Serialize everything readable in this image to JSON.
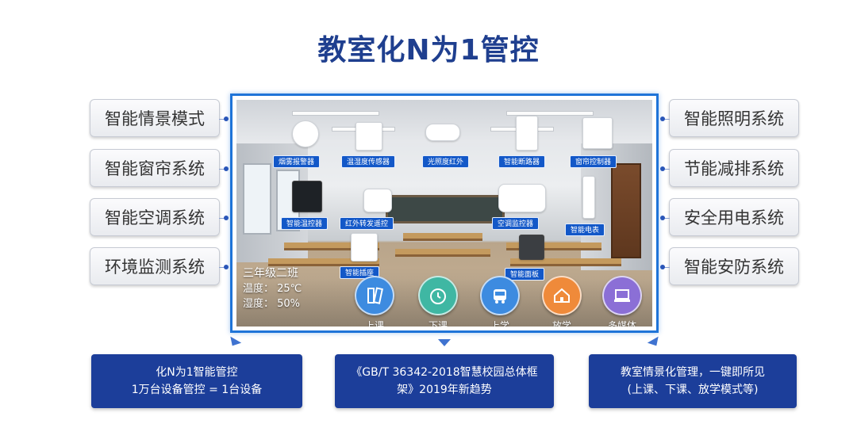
{
  "title": "教室化N为1管控",
  "left_systems": [
    "智能情景模式",
    "智能窗帘系统",
    "智能空调系统",
    "环境监测系统"
  ],
  "right_systems": [
    "智能照明系统",
    "节能减排系统",
    "安全用电系统",
    "智能安防系统"
  ],
  "devices": [
    {
      "label": "烟雾报警器",
      "icon": "smoke-detector-icon"
    },
    {
      "label": "温湿度传感器",
      "icon": "humidity-sensor-icon"
    },
    {
      "label": "光照度红外",
      "icon": "light-sensor-icon"
    },
    {
      "label": "智能断路器",
      "icon": "circuit-breaker-icon"
    },
    {
      "label": "窗帘控制器",
      "icon": "curtain-controller-icon"
    },
    {
      "label": "智能温控器",
      "icon": "thermostat-icon"
    },
    {
      "label": "红外转发遥控",
      "icon": "ir-remote-icon"
    },
    {
      "label": "空调监控器",
      "icon": "ac-monitor-icon"
    },
    {
      "label": "智能电表",
      "icon": "smart-meter-icon"
    },
    {
      "label": "智能插座",
      "icon": "smart-socket-icon"
    },
    {
      "label": "智能面板",
      "icon": "smart-panel-icon"
    }
  ],
  "classroom": {
    "name": "三年级二班",
    "temperature": "温度：  25℃",
    "humidity": "湿度：  50%"
  },
  "modes": [
    {
      "label": "上课",
      "color": "#3d8be0",
      "icon": "book-icon"
    },
    {
      "label": "下课",
      "color": "#3fb7a3",
      "icon": "alarm-clock-icon"
    },
    {
      "label": "上学",
      "color": "#3d8be0",
      "icon": "school-bus-icon"
    },
    {
      "label": "放学",
      "color": "#ef8a3a",
      "icon": "house-icon"
    },
    {
      "label": "多媒体",
      "color": "#8b6fd6",
      "icon": "laptop-icon"
    }
  ],
  "info_boxes": [
    {
      "line1": "化N为1智能管控",
      "line2": "1万台设备管控 = 1台设备"
    },
    {
      "line1": "《GB/T 36342-2018智慧校园总体框",
      "line2": "架》2019年新趋势"
    },
    {
      "line1": "教室情景化管理，一键即所见",
      "line2": "(上课、下课、放学模式等)"
    }
  ],
  "colors": {
    "title": "#1f3f8f",
    "accent": "#1358c8",
    "box": "#1c3e9a"
  }
}
